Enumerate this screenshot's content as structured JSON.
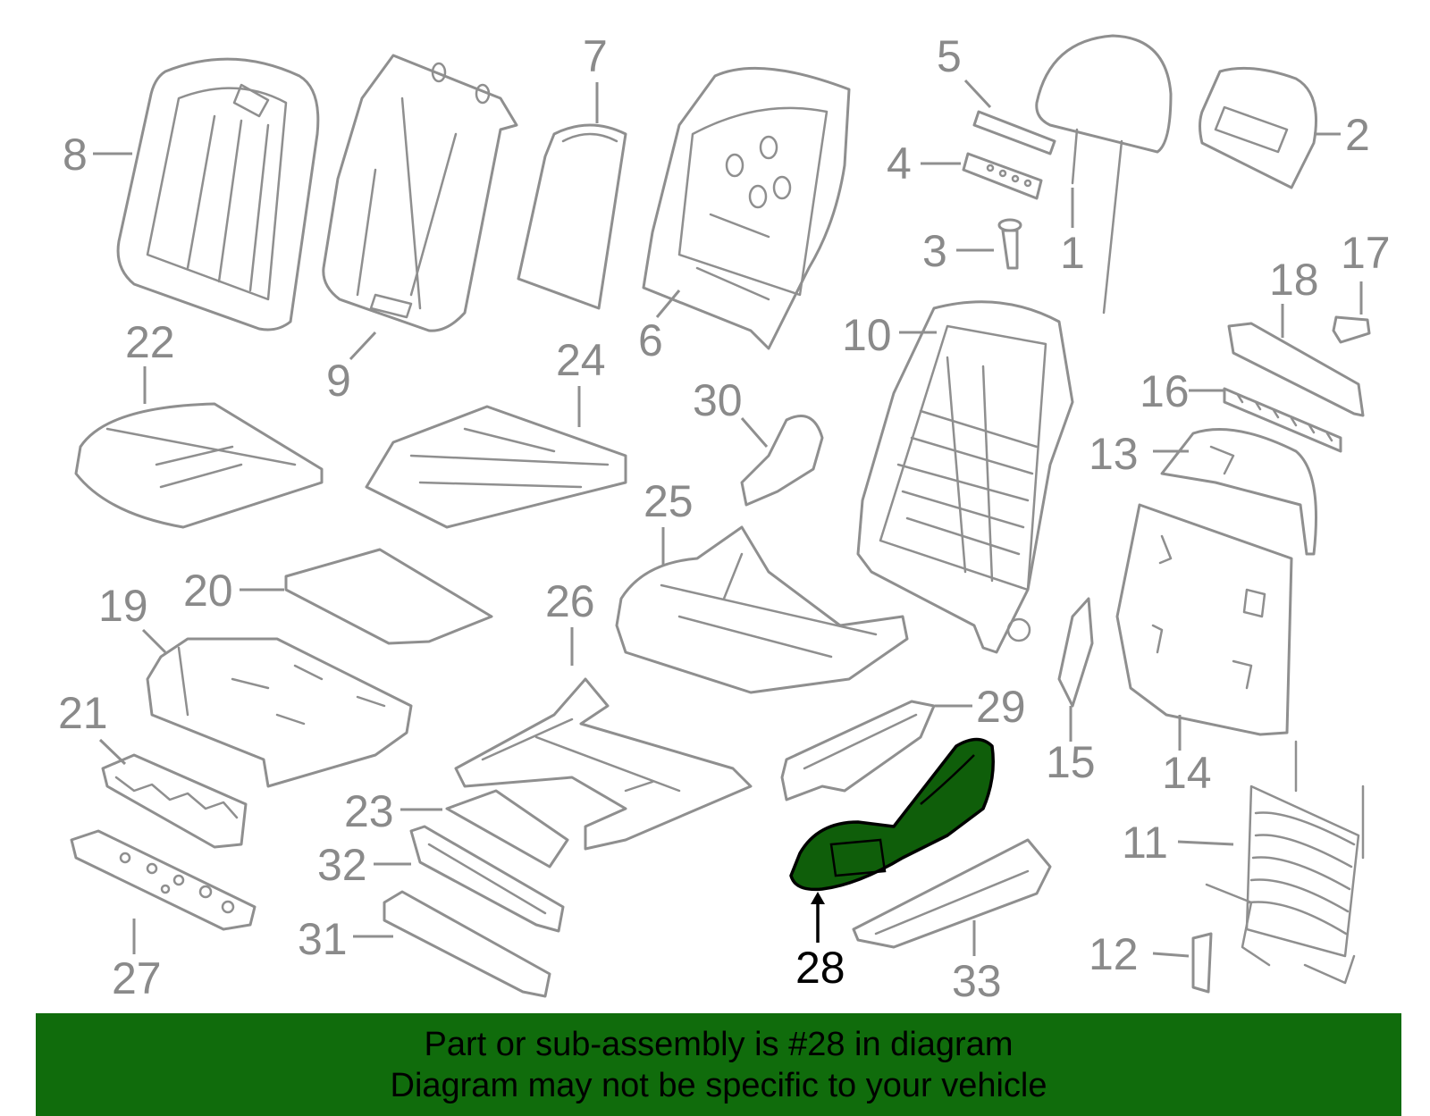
{
  "highlight_color": "#106c0c",
  "banner": {
    "line1": "Part or sub-assembly is #28 in diagram",
    "line2": "Diagram may not be specific to your vehicle"
  },
  "callouts": {
    "p1": "1",
    "p2": "2",
    "p3": "3",
    "p4": "4",
    "p5": "5",
    "p6": "6",
    "p7": "7",
    "p8": "8",
    "p9": "9",
    "p10": "10",
    "p11": "11",
    "p12": "12",
    "p13": "13",
    "p14": "14",
    "p15": "15",
    "p16": "16",
    "p17": "17",
    "p18": "18",
    "p19": "19",
    "p20": "20",
    "p21": "21",
    "p22": "22",
    "p23": "23",
    "p24": "24",
    "p25": "25",
    "p26": "26",
    "p27": "27",
    "p28": "28",
    "p29": "29",
    "p30": "30",
    "p31": "31",
    "p32": "32",
    "p33": "33"
  }
}
